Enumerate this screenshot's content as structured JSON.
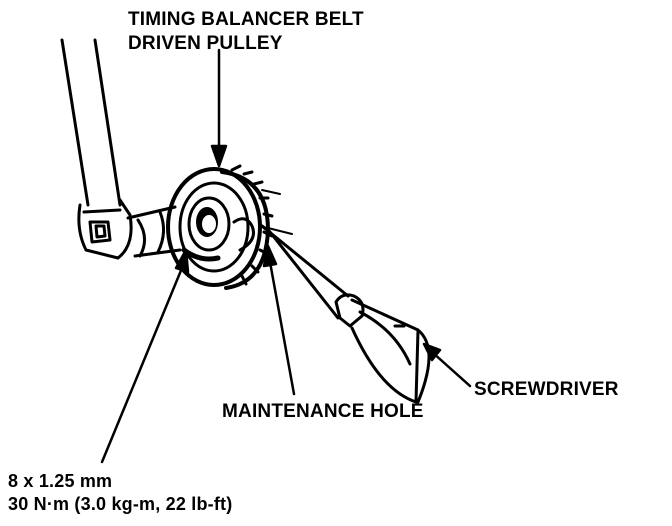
{
  "labels": {
    "pulley_line1": "TIMING BALANCER BELT",
    "pulley_line2": "DRIVEN PULLEY",
    "screwdriver": "SCREWDRIVER",
    "maintenance_hole": "MAINTENANCE HOLE",
    "bolt_spec_line1": "8 x 1.25 mm",
    "bolt_spec_line2": "30 N·m (3.0 kg-m, 22 lb-ft)"
  },
  "colors": {
    "ink": "#000000",
    "paper": "#ffffff"
  }
}
